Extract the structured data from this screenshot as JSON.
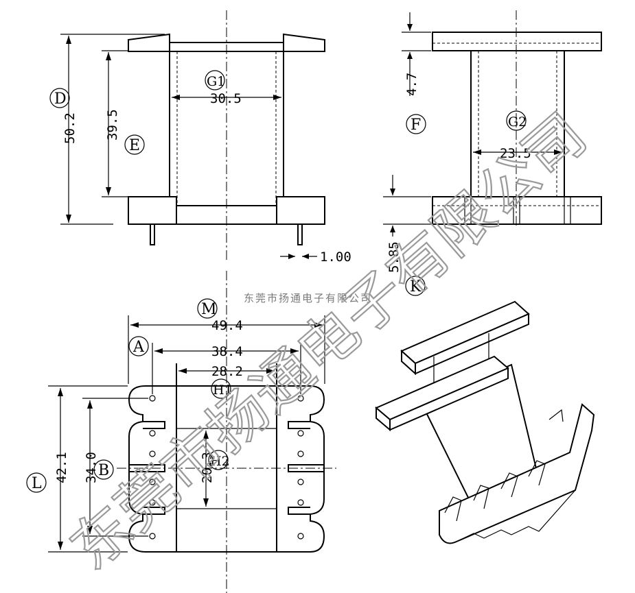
{
  "dimensions": {
    "front_height_total": "50.2",
    "front_height_inner": "39.5",
    "front_width_inner": "30.5",
    "side_flange_thickness": "4.7",
    "side_width_inner": "23.5",
    "side_base_thickness": "5.85",
    "pin_diameter": "1.00",
    "bottom_width_total": "49.4",
    "bottom_width_pins": "38.4",
    "bottom_width_inner": "28.2",
    "bottom_height_total": "42.1",
    "bottom_height_inner": "34.0",
    "bottom_center_width": "20.3"
  },
  "labels": {
    "D": "D",
    "E": "E",
    "G1": "G1",
    "F": "F",
    "G2": "G2",
    "K": "K",
    "M": "M",
    "A": "A",
    "L": "L",
    "B": "B",
    "H1": "H1",
    "H2": "H2"
  },
  "watermark": {
    "small_text": "东莞市扬通电子有限公司",
    "big_text": "东莞市扬通电子有限公司"
  },
  "colors": {
    "line": "#000000",
    "background": "#ffffff",
    "watermark": "#9a9a9a"
  }
}
